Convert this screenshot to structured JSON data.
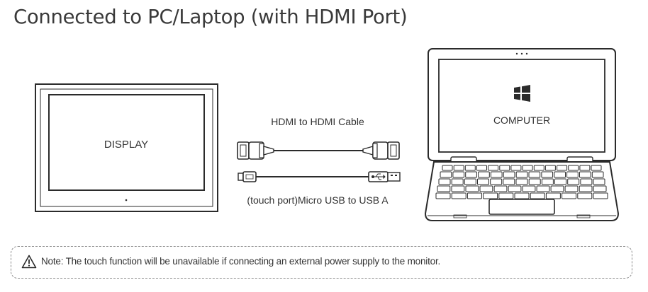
{
  "title": "Connected to PC/Laptop (with HDMI Port)",
  "display_label": "DISPLAY",
  "computer_label": "COMPUTER",
  "hdmi_cable_label": "HDMI to HDMI Cable",
  "usb_cable_label": "(touch port)Micro USB to USB A",
  "note": "Note: The touch function will be unavailable if connecting an external power supply to the monitor.",
  "icons": [
    "windows-logo-icon",
    "warning-icon",
    "usb-symbol-icon"
  ]
}
